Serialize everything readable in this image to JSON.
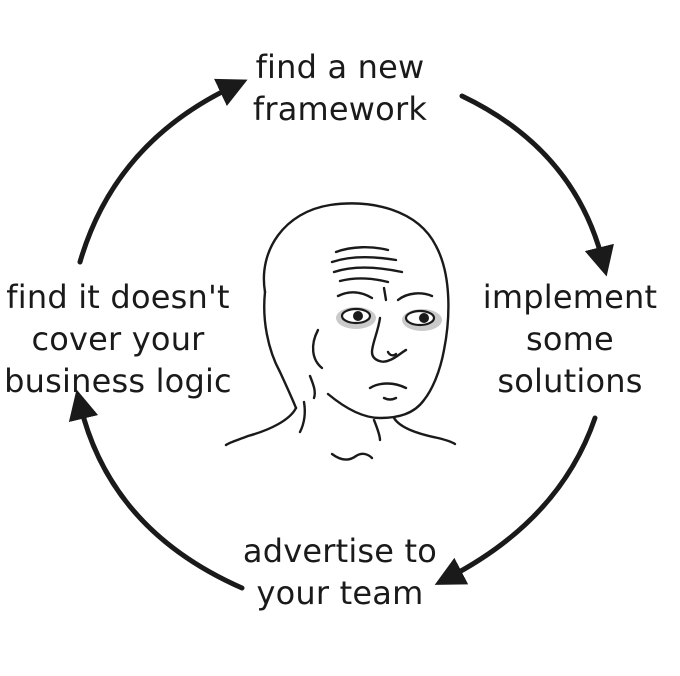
{
  "cycle": {
    "steps": [
      {
        "id": "top",
        "lines": [
          "find a new",
          "framework"
        ]
      },
      {
        "id": "right",
        "lines": [
          "implement",
          "some",
          "solutions"
        ]
      },
      {
        "id": "bottom",
        "lines": [
          "advertise to",
          "your team"
        ]
      },
      {
        "id": "left",
        "lines": [
          "find it doesn't",
          "cover your",
          "business logic"
        ]
      }
    ]
  },
  "colors": {
    "ink": "#1a1a1a",
    "background": "#ffffff",
    "eye_shadow": "#8a8a8a"
  },
  "figure": {
    "icon": "wojak-face-icon"
  }
}
